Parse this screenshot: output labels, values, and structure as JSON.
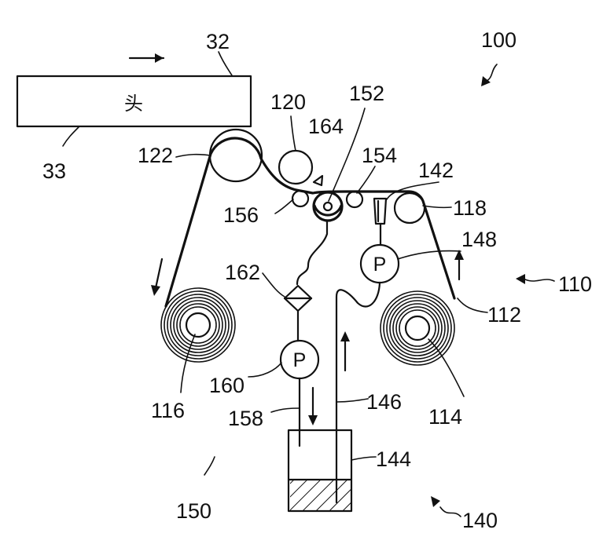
{
  "head_text": "头",
  "pump_symbol": "P",
  "labels": {
    "l32": "32",
    "l33": "33",
    "l100": "100",
    "l110": "110",
    "l112": "112",
    "l114": "114",
    "l116": "116",
    "l118": "118",
    "l120": "120",
    "l122": "122",
    "l140": "140",
    "l142": "142",
    "l144": "144",
    "l146": "146",
    "l148": "148",
    "l150": "150",
    "l152": "152",
    "l154": "154",
    "l156": "156",
    "l158": "158",
    "l160": "160",
    "l162": "162",
    "l164": "164"
  }
}
